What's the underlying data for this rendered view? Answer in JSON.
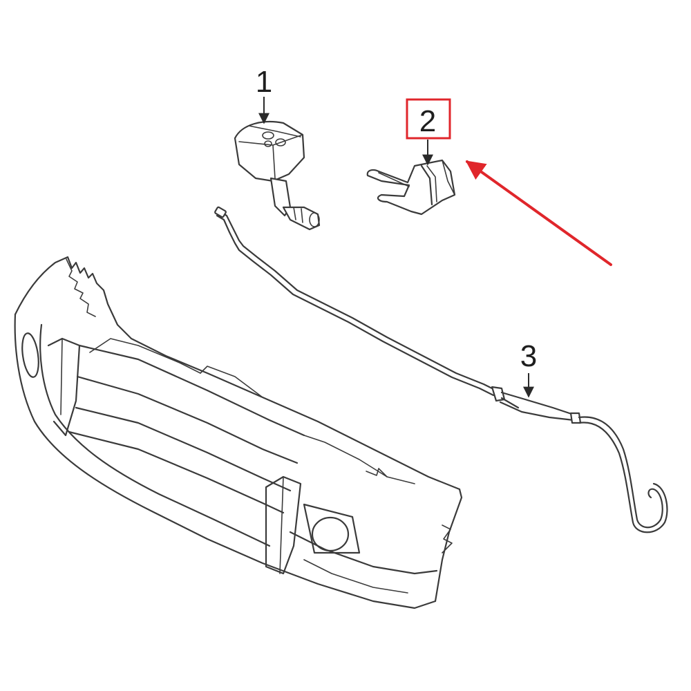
{
  "callouts": {
    "part1": "1",
    "part2": "2",
    "part3": "3"
  },
  "highlight": {
    "target": "part2",
    "color": "#e0262b"
  },
  "icons": {
    "arrow_pointer": "red-arrow-icon"
  }
}
